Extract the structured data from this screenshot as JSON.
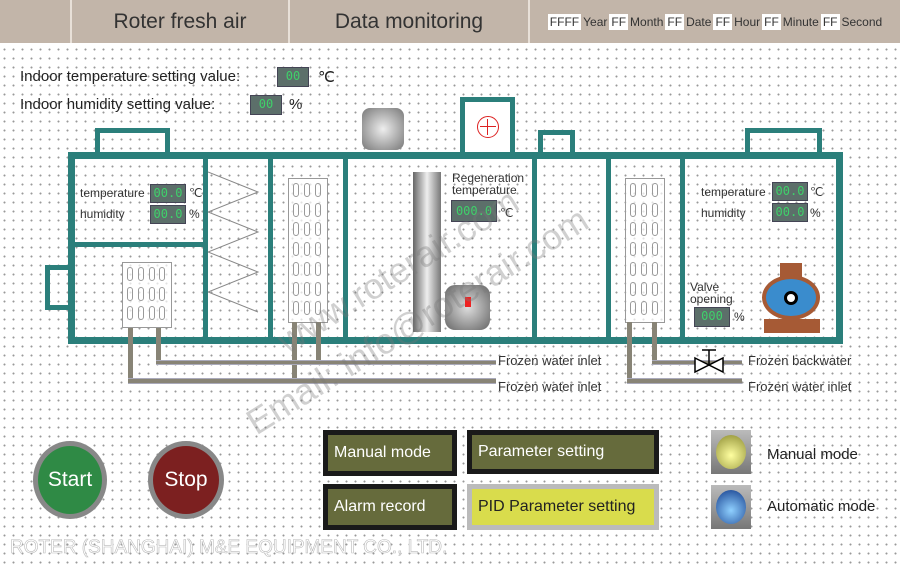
{
  "header": {
    "title": "Roter fresh air",
    "section": "Data monitoring",
    "time": [
      {
        "value": "FFFF",
        "unit": "Year"
      },
      {
        "value": "FF",
        "unit": "Month"
      },
      {
        "value": "FF",
        "unit": "Date"
      },
      {
        "value": "FF",
        "unit": "Hour"
      },
      {
        "value": "FF",
        "unit": "Minute"
      },
      {
        "value": "FF",
        "unit": "Second"
      }
    ]
  },
  "settings": {
    "temp_label": "Indoor temperature setting value:",
    "temp_value": "00",
    "temp_unit": "℃",
    "hum_label": "Indoor humidity setting value:",
    "hum_value": "00",
    "hum_unit": "%"
  },
  "left_sensor": {
    "temp_label": "temperature",
    "temp_value": "00.0",
    "temp_unit": "℃",
    "hum_label": "humidity",
    "hum_value": "00.0",
    "hum_unit": "%"
  },
  "regen": {
    "label": "Regeneration temperature",
    "value": "000.0",
    "unit": "℃"
  },
  "right_sensor": {
    "temp_label": "temperature",
    "temp_value": "00.0",
    "temp_unit": "℃",
    "hum_label": "humidity",
    "hum_value": "00.0",
    "hum_unit": "%"
  },
  "valve": {
    "label": "Valve opening",
    "value": "000",
    "unit": "%"
  },
  "pipes": {
    "inlet1": "Frozen water inlet",
    "inlet2": "Frozen water inlet",
    "backwater": "Frozen backwater",
    "inlet3": "Frozen water inlet"
  },
  "controls": {
    "start": "Start",
    "stop": "Stop",
    "manual_mode": "Manual mode",
    "parameter_setting": "Parameter setting",
    "alarm_record": "Alarm record",
    "pid_setting": "PID Parameter setting"
  },
  "indicators": {
    "manual": "Manual mode",
    "automatic": "Automatic mode"
  },
  "footer": "ROTER (SHANGHAI) M&E EQUIPMENT CO., LTD.",
  "watermarks": {
    "site": "www.roterair.com",
    "email": "Email: info@roterair.com"
  },
  "colors": {
    "wall": "#2b7f7b",
    "start": "#2f8a45",
    "stop": "#7c2020",
    "pid": "#d9dc4c"
  }
}
